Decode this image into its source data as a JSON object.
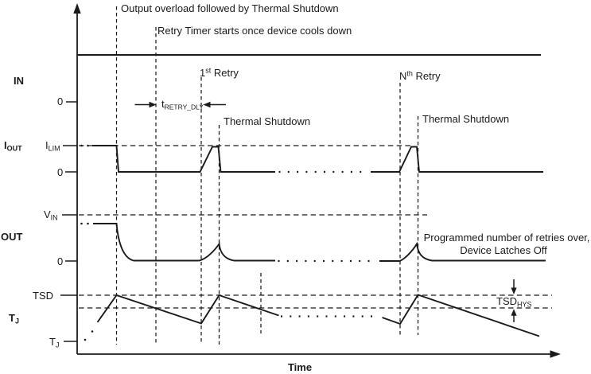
{
  "figure": {
    "colors": {
      "background": "#ffffff",
      "line": "#1b1b1b"
    },
    "annotations": {
      "overload": "Output overload followed by Thermal Shutdown",
      "retry_timer": "Retry Timer starts once device cools down",
      "first_retry": {
        "base": "1",
        "sup": "st",
        "rest": " Retry"
      },
      "nth_retry": {
        "base": "N",
        "sup": "th",
        "rest": " Retry"
      },
      "retry_delay": {
        "base": "t",
        "sub": "RETRY_DLY"
      },
      "thermal_shutdown_1": "Thermal Shutdown",
      "thermal_shutdown_2": "Thermal Shutdown",
      "latch_off_line1": "Programmed number of retries over,",
      "latch_off_line2": "Device Latches Off",
      "tsd_hys": {
        "base": "TSD",
        "sub": "HYS"
      }
    },
    "signals": {
      "in": {
        "label": "IN",
        "zero": "0"
      },
      "iout": {
        "label": {
          "base": "I",
          "sub": "OUT"
        },
        "ilim": {
          "base": "I",
          "sub": "LIM"
        },
        "zero": "0"
      },
      "out": {
        "label": "OUT",
        "vin": {
          "base": "V",
          "sub": "IN"
        },
        "zero": "0"
      },
      "tj": {
        "label": {
          "base": "T",
          "sub": "J"
        },
        "tsd": "TSD",
        "tj_level": {
          "base": "T",
          "sub": "J"
        }
      }
    },
    "x_axis": {
      "label": "Time"
    }
  }
}
